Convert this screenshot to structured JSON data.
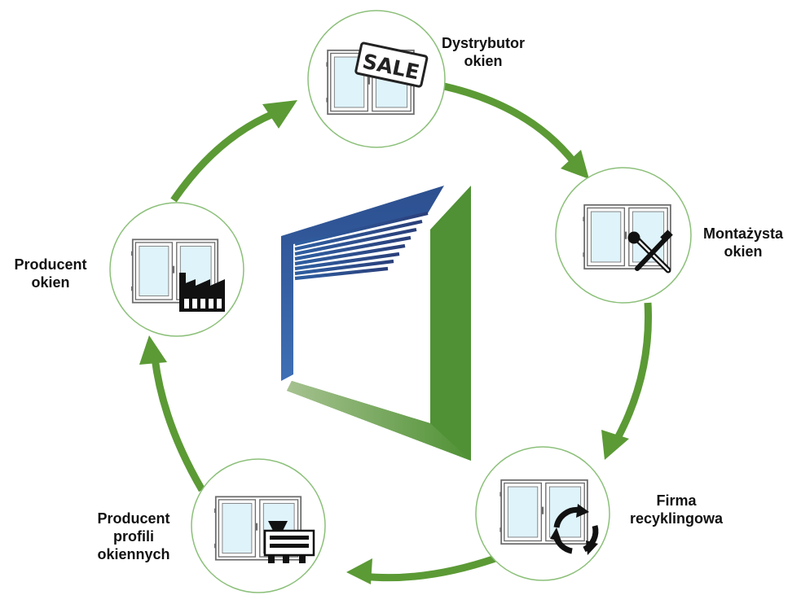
{
  "colors": {
    "arrow_green": "#5b9a35",
    "circle_stroke": "#8cc07a",
    "frame_blue": "#2d5fa0",
    "frame_green": "#4f9134",
    "glass": "#dff3fb",
    "frame_gray": "#6d6d6d"
  },
  "nodes": [
    {
      "id": "distributor",
      "lines": [
        "Dystrybutor",
        "okien"
      ],
      "icon": "sale-tag-icon"
    },
    {
      "id": "installer",
      "lines": [
        "Montażysta",
        "okien"
      ],
      "icon": "tools-icon"
    },
    {
      "id": "recycler",
      "lines": [
        "Firma",
        "recyklingowa"
      ],
      "icon": "recycle-icon"
    },
    {
      "id": "profile-producer",
      "lines": [
        "Producent",
        "profili",
        "okiennych"
      ],
      "icon": "extruder-icon"
    },
    {
      "id": "window-producer",
      "lines": [
        "Producent",
        "okien"
      ],
      "icon": "factory-icon"
    }
  ],
  "icons": {
    "sale_text": "SALE"
  }
}
